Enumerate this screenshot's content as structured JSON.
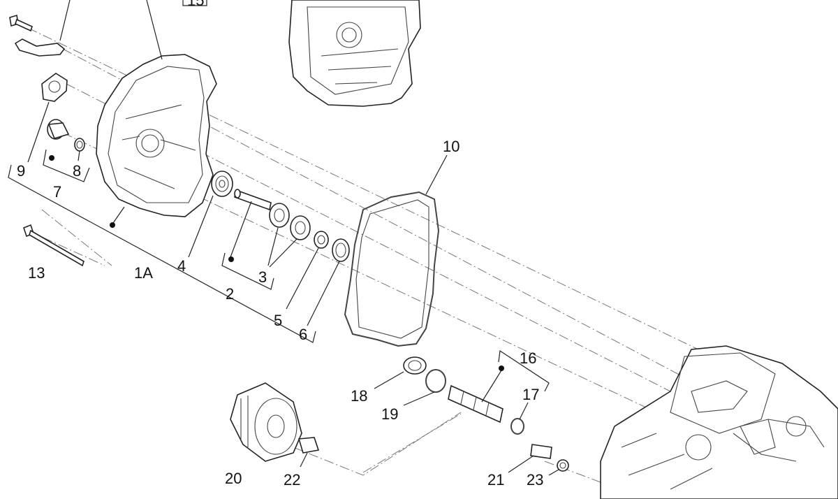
{
  "labels": {
    "l1A": "1A",
    "l2": "2",
    "l3": "3",
    "l4": "4",
    "l5": "5",
    "l6": "6",
    "l7": "7",
    "l8": "8",
    "l9": "9",
    "l10": "10",
    "l13": "13",
    "l15": "15",
    "l16": "16",
    "l17": "17",
    "l18": "18",
    "l19": "19",
    "l20": "20",
    "l21": "21",
    "l22": "22",
    "l23": "23"
  },
  "icons": {
    "housing": "crankcase-cover",
    "gasket": "gasket",
    "filter": "oil-filter",
    "engine": "engine-block",
    "dot": "new-part-marker"
  },
  "colors": {
    "line": "#222222",
    "background": "#ffffff"
  }
}
